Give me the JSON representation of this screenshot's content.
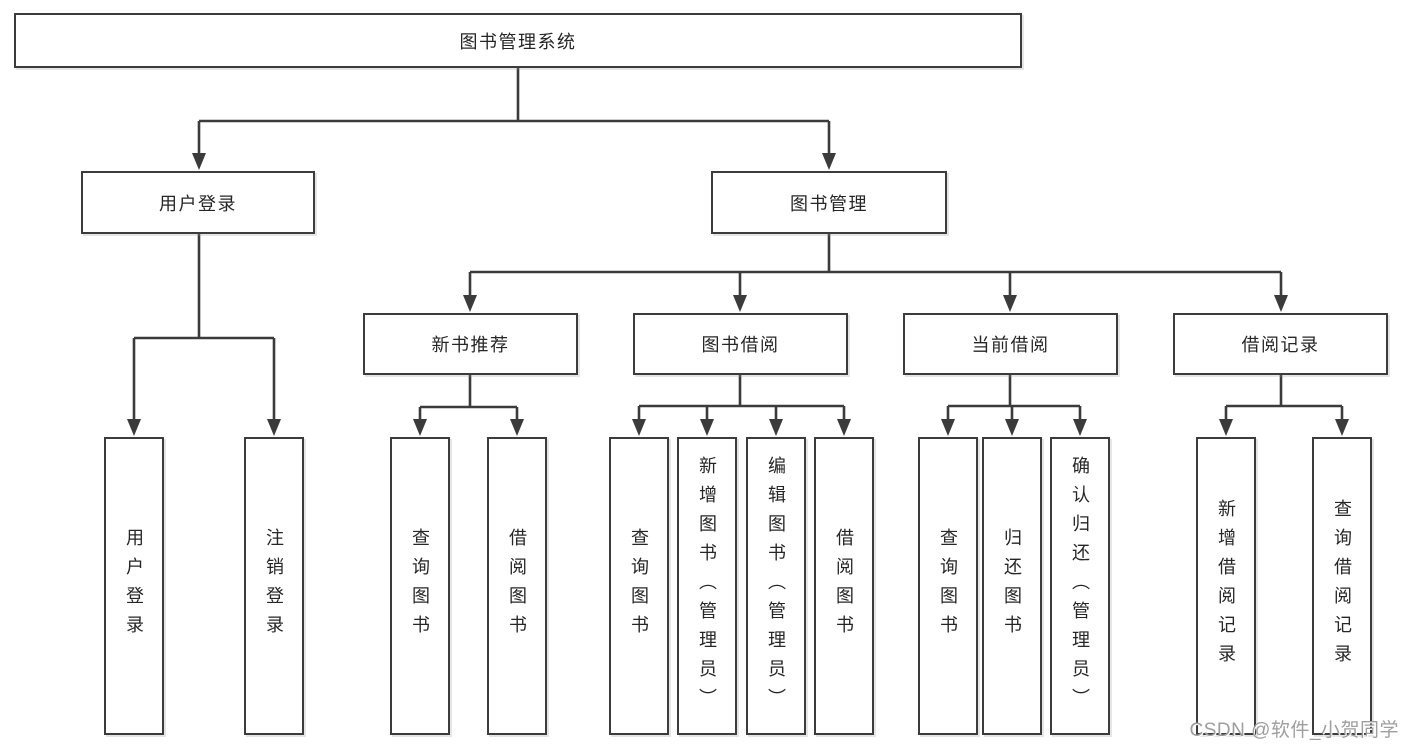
{
  "colors": {
    "line": "#3b3b3b",
    "border": "#3c3c3c",
    "text": "#262626",
    "watermark": "#9e9e9e",
    "background": "#ffffff"
  },
  "watermark": {
    "text": "CSDN @软件_小贺同学"
  },
  "diagram": {
    "title": "图书管理系统",
    "branches": [
      {
        "label": "用户登录",
        "children": [
          {
            "label": "用户登录"
          },
          {
            "label": "注销登录"
          }
        ]
      },
      {
        "label": "图书管理",
        "children": [
          {
            "label": "新书推荐",
            "children": [
              {
                "label": "查询图书"
              },
              {
                "label": "借阅图书"
              }
            ]
          },
          {
            "label": "图书借阅",
            "children": [
              {
                "label": "查询图书"
              },
              {
                "label": "新增图书（管理员）"
              },
              {
                "label": "编辑图书（管理员）"
              },
              {
                "label": "借阅图书"
              }
            ]
          },
          {
            "label": "当前借阅",
            "children": [
              {
                "label": "查询图书"
              },
              {
                "label": "归还图书"
              },
              {
                "label": "确认归还（管理员）"
              }
            ]
          },
          {
            "label": "借阅记录",
            "children": [
              {
                "label": "新增借阅记录"
              },
              {
                "label": "查询借阅记录"
              }
            ]
          }
        ]
      }
    ]
  }
}
